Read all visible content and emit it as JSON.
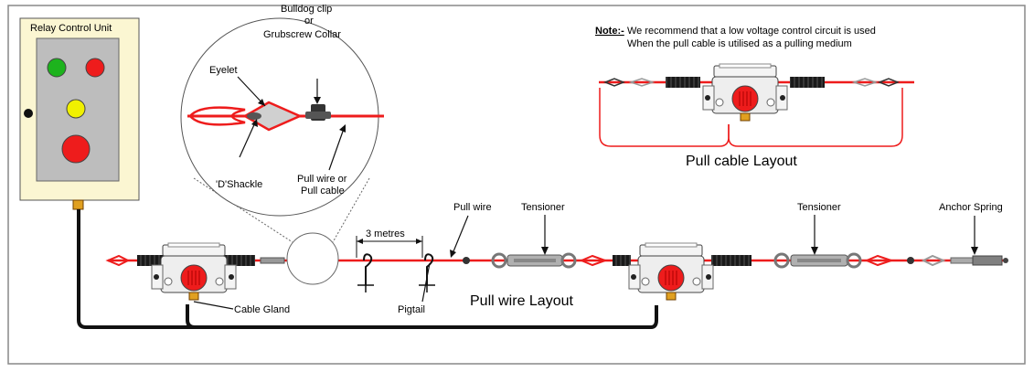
{
  "relay_unit": {
    "title": "Relay Control Unit"
  },
  "labels": {
    "bulldog_1": "Bulldog clip",
    "bulldog_2": "or",
    "bulldog_3": "Grubscrew Collar",
    "eyelet": "Eyelet",
    "d_shackle": "'D'Shackle",
    "pull_wire_or_1": "Pull wire or",
    "pull_wire_or_2": "Pull cable",
    "three_metres": "3 metres",
    "pull_wire": "Pull wire",
    "tensioner_1": "Tensioner",
    "tensioner_2": "Tensioner",
    "anchor_spring": "Anchor Spring",
    "cable_gland": "Cable Gland",
    "pigtail": "Pigtail",
    "pull_wire_layout": "Pull wire Layout",
    "pull_cable_layout": "Pull cable Layout"
  },
  "note": {
    "heading": "Note:-",
    "line1": "We recommend that a low voltage control circuit is used",
    "line2": "When the pull cable is utilised as a pulling medium"
  },
  "colors": {
    "wire": "#ee1c1c",
    "lamp_green": "#1db31d",
    "lamp_red": "#ee1c1c",
    "lamp_yellow": "#f0f000",
    "panel": "#fbf6d2",
    "face": "#bdbdbd",
    "gland": "#e0a020"
  }
}
